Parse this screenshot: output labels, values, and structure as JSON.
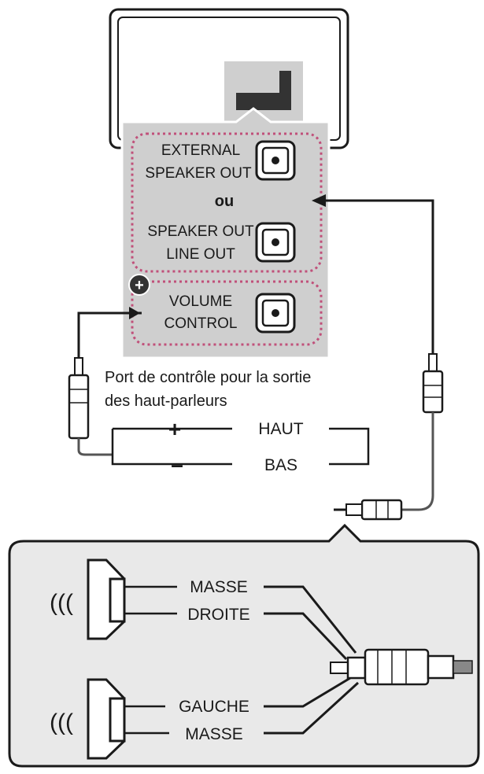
{
  "panel": {
    "external_speaker_out_line1": "EXTERNAL",
    "external_speaker_out_line2": "SPEAKER OUT",
    "or_text": "ou",
    "speaker_out_line1": "SPEAKER OUT",
    "line_out_line2": "LINE OUT",
    "volume_control_line1": "VOLUME",
    "volume_control_line2": "CONTROL",
    "plus_symbol": "+"
  },
  "caption": {
    "line1": "Port de contrôle pour la sortie",
    "line2": "des haut-parleurs"
  },
  "control": {
    "plus_sign": "+",
    "minus_sign": "–",
    "up_label": "HAUT",
    "down_label": "BAS"
  },
  "speakers": {
    "ground_top": "MASSE",
    "right": "DROITE",
    "left": "GAUCHE",
    "ground_bottom": "MASSE",
    "sound_waves": "(((",
    "sound_waves_bottom": "((("
  },
  "colors": {
    "panel_grey": "#cfcfcf",
    "dashed_outline": "#c0507a",
    "bottom_box": "#e9e9e9",
    "line": "#1a1a1a"
  },
  "icons": {
    "device": "head-unit-icon",
    "jack": "rca-jack-icon",
    "speaker": "speaker-icon",
    "plug": "stereo-plug-icon"
  }
}
